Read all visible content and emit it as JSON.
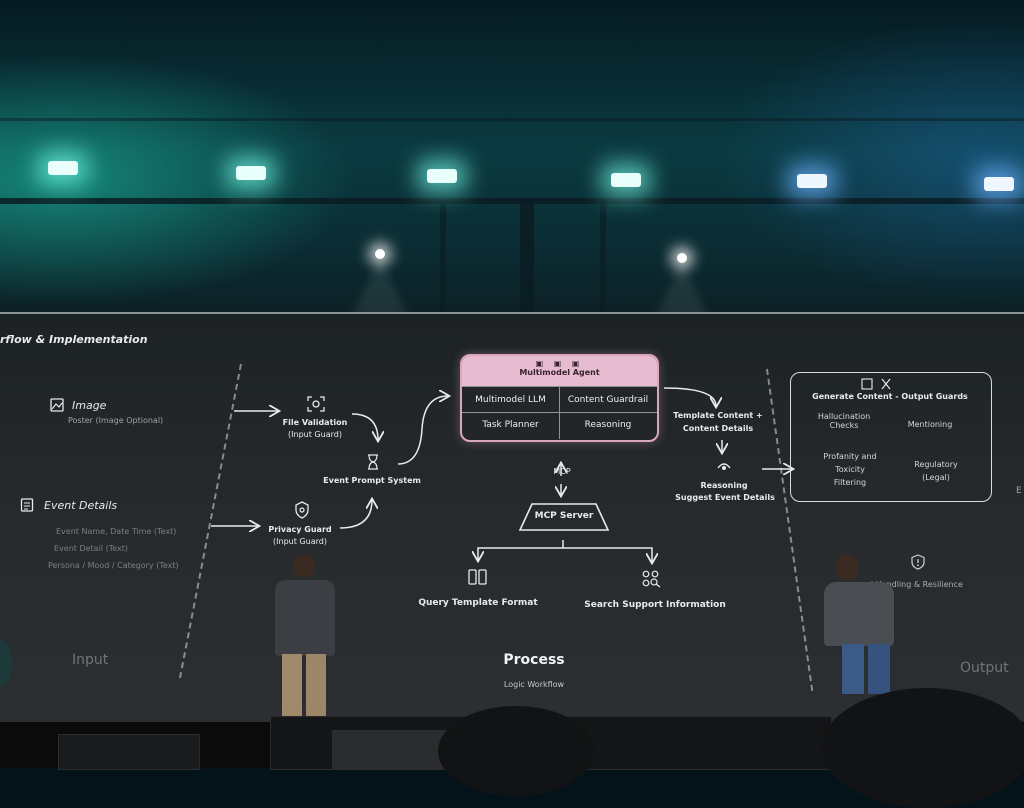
{
  "slide": {
    "title": "rflow & Implementation",
    "input": {
      "image_label": "Image",
      "image_sub": "Poster  (Image Optional)",
      "event_label": "Event Details",
      "event_lines": [
        "Event Name, Date Time  (Text)",
        "Event Detail  (Text)",
        "Persona / Mood / Category  (Text)"
      ],
      "section_label": "Input"
    },
    "process": {
      "file_validation": [
        "File Validation",
        "(Input Guard)"
      ],
      "privacy_guard": [
        "Privacy Guard",
        "(Input Guard)"
      ],
      "event_prompt": "Event Prompt System",
      "agent_title": "Multimodel Agent",
      "agent_cells": [
        "Multimodel LLM",
        "Content Guardrail",
        "Task Planner",
        "Reasoning"
      ],
      "mcp_label": "MCP",
      "mcp_server": "MCP Server",
      "query_template": "Query Template Format",
      "search_support": "Search Support Information",
      "template_content": [
        "Template Content +",
        "Content Details"
      ],
      "reasoning": [
        "Reasoning",
        "Suggest Event Details"
      ],
      "section_label": "Process",
      "section_sub": "Logic Workflow"
    },
    "output": {
      "guards_title": "Generate Content - Output Guards",
      "guards": [
        [
          "Hallucination",
          "Checks"
        ],
        [
          "Mentioning"
        ],
        [
          "Profanity and",
          "Toxicity",
          "Filtering"
        ],
        [
          "Regulatory",
          "(Legal)"
        ]
      ],
      "error_handling": "al Handling & Resilience",
      "section_label": "Output",
      "edge_letter": "E"
    }
  },
  "colors": {
    "agent_header": "#e7bcd0",
    "agent_border": "#d9a7bd",
    "screen_bg": "#262a2c",
    "ceiling_teal": "#0a3a40"
  }
}
